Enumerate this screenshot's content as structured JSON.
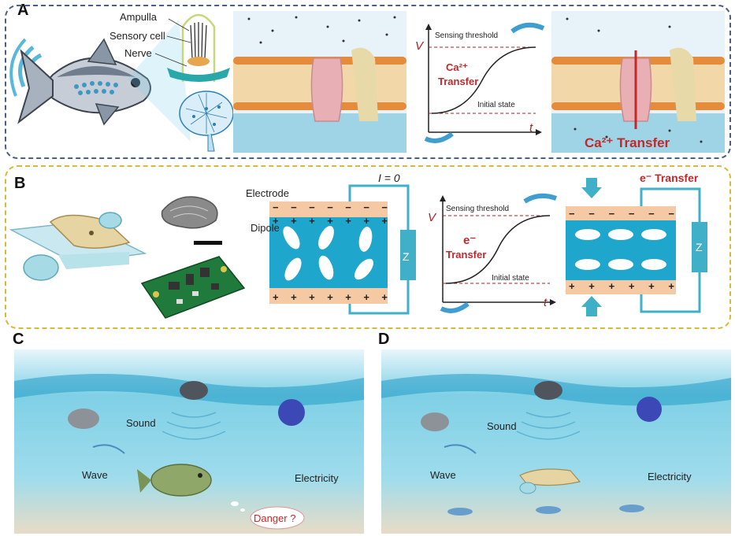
{
  "colors": {
    "frame_a": "#4a5f86",
    "frame_b": "#d9b93b",
    "water": "#3fb0d0",
    "electrode": "#f4c9a3",
    "dielectric": "#1fa6cc",
    "accent_red": "#c3282a",
    "arrow_blue": "#3f9ed0"
  },
  "panel_a": {
    "letter": "A",
    "labels": {
      "ampulla": "Ampulla",
      "sensory_cell": "Sensory cell",
      "nerve": "Nerve"
    },
    "graph": {
      "v_label": "V",
      "t_label": "t",
      "threshold": "Sensing threshold",
      "initial": "Initial state",
      "transfer_ion": "Ca²⁺",
      "transfer_word": "Transfer"
    },
    "membrane_transfer": "Ca²⁺ Transfer"
  },
  "panel_b": {
    "letter": "B",
    "current_label": "I = 0",
    "electrode_label": "Electrode",
    "dipole_label": "Dipole",
    "impedance": "Z",
    "graph": {
      "v_label": "V",
      "t_label": "t",
      "threshold": "Sensing threshold",
      "initial": "Initial state",
      "transfer_ion": "e⁻",
      "transfer_word": "Transfer"
    },
    "transfer_label": "e⁻ Transfer",
    "plus": "+",
    "minus": "−"
  },
  "panel_c": {
    "letter": "C",
    "sound": "Sound",
    "wave": "Wave",
    "electricity": "Electricity",
    "danger": "Danger ?"
  },
  "panel_d": {
    "letter": "D",
    "sound": "Sound",
    "wave": "Wave",
    "electricity": "Electricity"
  }
}
